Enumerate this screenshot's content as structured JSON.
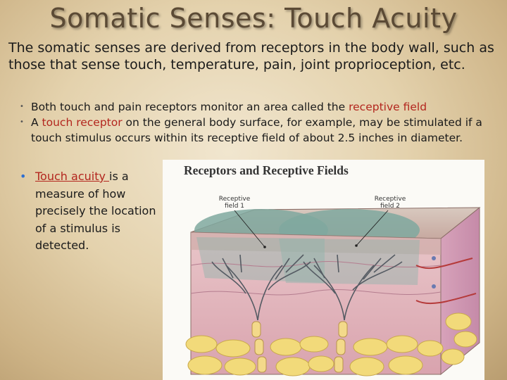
{
  "title": "Somatic Senses: Touch Acuity",
  "intro": "The somatic senses are derived from receptors in the body wall, such as those that sense touch, temperature, pain, joint proprioception, etc.",
  "bullets": {
    "marker": "•",
    "sub_marker": "•",
    "item1": {
      "text_before": "Both touch and pain receptors monitor an area called the ",
      "highlight": "receptive field"
    },
    "item2": {
      "text_before": "A ",
      "highlight": "touch receptor",
      "text_after": " on the general body surface, for example, may be stimulated if a touch stimulus occurs within its receptive field of about 2.5 inches in diameter."
    },
    "item3": {
      "highlight": "Touch acuity ",
      "text_after": "is a measure of how precisely the location of a stimulus is detected."
    }
  },
  "figure": {
    "title": "Receptors and Receptive Fields",
    "label1": "Receptive field 1",
    "label2": "Receptive field 2"
  },
  "colors": {
    "highlight": "#b3261e",
    "bullet": "#2e6fd1",
    "title": "#5b4a35"
  }
}
